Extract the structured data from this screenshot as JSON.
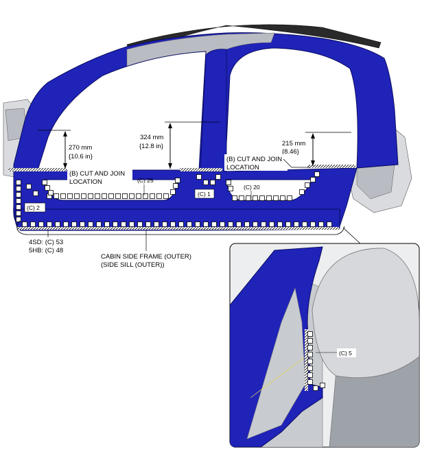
{
  "colors": {
    "panel_blue": "#1f23b8",
    "panel_blue_dark": "#121585",
    "gray_structure": "#b9bcc2",
    "gray_light": "#d9dbdf",
    "weld_mark": "#000000",
    "label_bg": "#ffffff"
  },
  "icons": {
    "weld_point": "square-weld-icon",
    "dimension": "double-arrow-icon",
    "cut_line": "hatched-cut-line-icon"
  },
  "dimensions": {
    "front": {
      "mm": "270 mm",
      "in": "{10.6 in}"
    },
    "center": {
      "mm": "324 mm",
      "in": "{12.8 in}"
    },
    "rear": {
      "mm": "215 mm",
      "in": "{8.46}"
    }
  },
  "cut_join": {
    "front": {
      "line1": "(B) CUT AND JOIN",
      "line2": "LOCATION"
    },
    "rear": {
      "line1": "(B) CUT AND JOIN",
      "line2": "LOCATION"
    }
  },
  "weld_labels": {
    "c25": "(C) 25",
    "c1": "(C) 1",
    "c20": "(C) 20",
    "c2": "(C) 2",
    "c5": "(C) 5"
  },
  "sill_counts": {
    "sd": "4SD: (C) 53",
    "hb": "5HB: (C) 48"
  },
  "part_name": {
    "line1": "CABIN SIDE FRAME (OUTER)",
    "line2": "(SIDE SILL (OUTER))"
  }
}
